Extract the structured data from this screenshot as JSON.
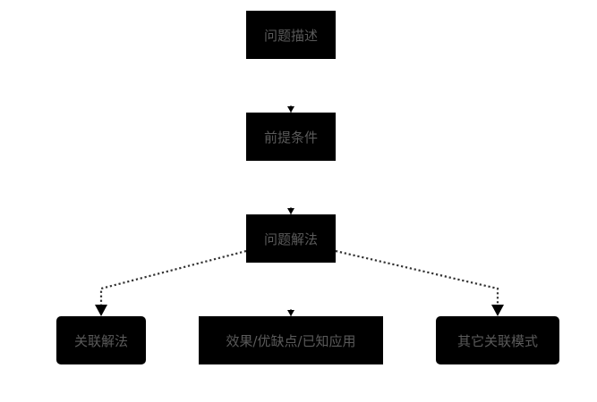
{
  "diagram": {
    "nodes": {
      "problem_description": "问题描述",
      "preconditions": "前提条件",
      "problem_solution": "问题解法",
      "related_solutions": "关联解法",
      "effects": "效果/优缺点/已知应用",
      "other_related_patterns": "其它关联模式"
    },
    "edges": [
      {
        "from": "problem_description",
        "to": "preconditions",
        "style": "solid"
      },
      {
        "from": "preconditions",
        "to": "problem_solution",
        "style": "solid"
      },
      {
        "from": "problem_solution",
        "to": "effects",
        "style": "solid"
      },
      {
        "from": "problem_solution",
        "to": "related_solutions",
        "style": "dotted"
      },
      {
        "from": "problem_solution",
        "to": "other_related_patterns",
        "style": "dotted"
      }
    ],
    "colors": {
      "node_fill": "#000000",
      "node_text": "#5a5a5a",
      "edge": "#333333"
    }
  }
}
